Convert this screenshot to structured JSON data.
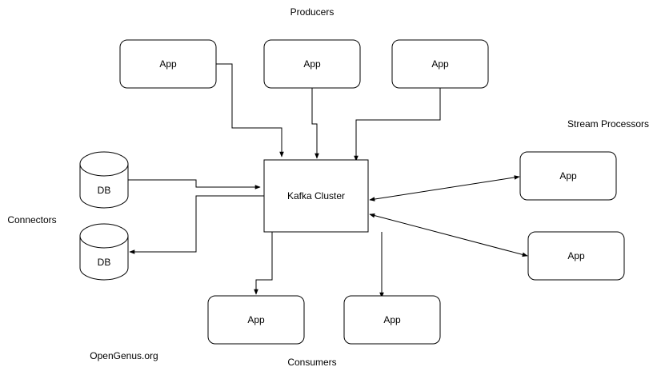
{
  "labels": {
    "producers": "Producers",
    "stream_processors": "Stream Processors",
    "connectors": "Connectors",
    "consumers": "Consumers",
    "credit": "OpenGenus.org"
  },
  "cluster": {
    "label": "Kafka Cluster"
  },
  "producers": [
    {
      "label": "App"
    },
    {
      "label": "App"
    },
    {
      "label": "App"
    }
  ],
  "stream_processors": [
    {
      "label": "App"
    },
    {
      "label": "App"
    }
  ],
  "consumers": [
    {
      "label": "App"
    },
    {
      "label": "App"
    }
  ],
  "databases": [
    {
      "label": "DB"
    },
    {
      "label": "DB"
    }
  ],
  "colors": {
    "stroke": "#000000",
    "background": "#ffffff"
  }
}
